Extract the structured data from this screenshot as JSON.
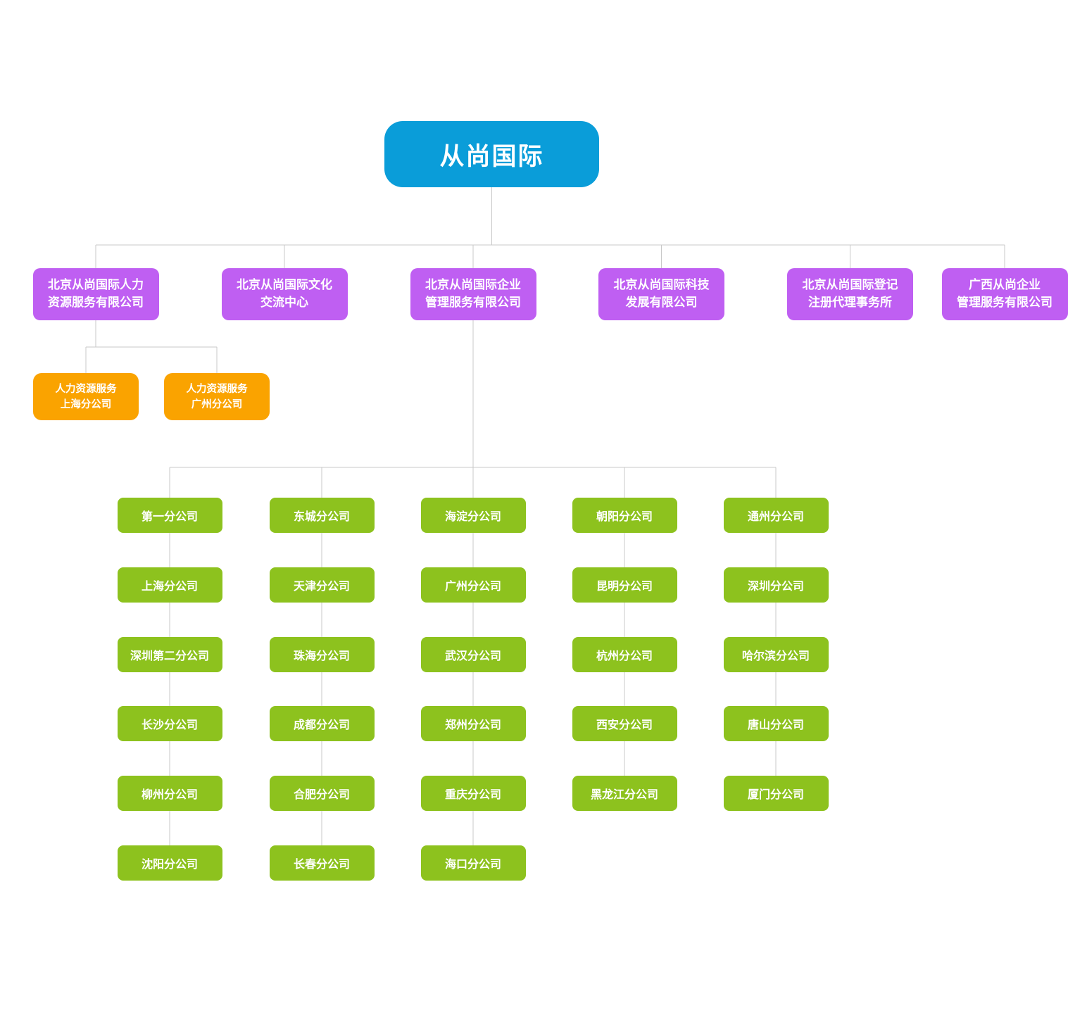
{
  "colors": {
    "root": "#0a9dd9",
    "subsidiary": "#bf5ff2",
    "hr_branch": "#faa300",
    "branch": "#8dc21e",
    "connector": "#c9c9c9",
    "text": "#ffffff",
    "background": "#ffffff"
  },
  "root": {
    "label": "从尚国际"
  },
  "subsidiaries": [
    {
      "lines": [
        "北京从尚国际人力",
        "资源服务有限公司"
      ]
    },
    {
      "lines": [
        "北京从尚国际文化",
        "交流中心"
      ]
    },
    {
      "lines": [
        "北京从尚国际企业",
        "管理服务有限公司"
      ]
    },
    {
      "lines": [
        "北京从尚国际科技",
        "发展有限公司"
      ]
    },
    {
      "lines": [
        "北京从尚国际登记",
        "注册代理事务所"
      ]
    },
    {
      "lines": [
        "广西从尚企业",
        "管理服务有限公司"
      ]
    }
  ],
  "hr_branches": [
    {
      "lines": [
        "人力资源服务",
        "上海分公司"
      ]
    },
    {
      "lines": [
        "人力资源服务",
        "广州分公司"
      ]
    }
  ],
  "branch_columns": [
    [
      "第一分公司",
      "上海分公司",
      "深圳第二分公司",
      "长沙分公司",
      "柳州分公司",
      "沈阳分公司"
    ],
    [
      "东城分公司",
      "天津分公司",
      "珠海分公司",
      "成都分公司",
      "合肥分公司",
      "长春分公司"
    ],
    [
      "海淀分公司",
      "广州分公司",
      "武汉分公司",
      "郑州分公司",
      "重庆分公司",
      "海口分公司"
    ],
    [
      "朝阳分公司",
      "昆明分公司",
      "杭州分公司",
      "西安分公司",
      "黑龙江分公司"
    ],
    [
      "通州分公司",
      "深圳分公司",
      "哈尔滨分公司",
      "唐山分公司",
      "厦门分公司"
    ]
  ]
}
